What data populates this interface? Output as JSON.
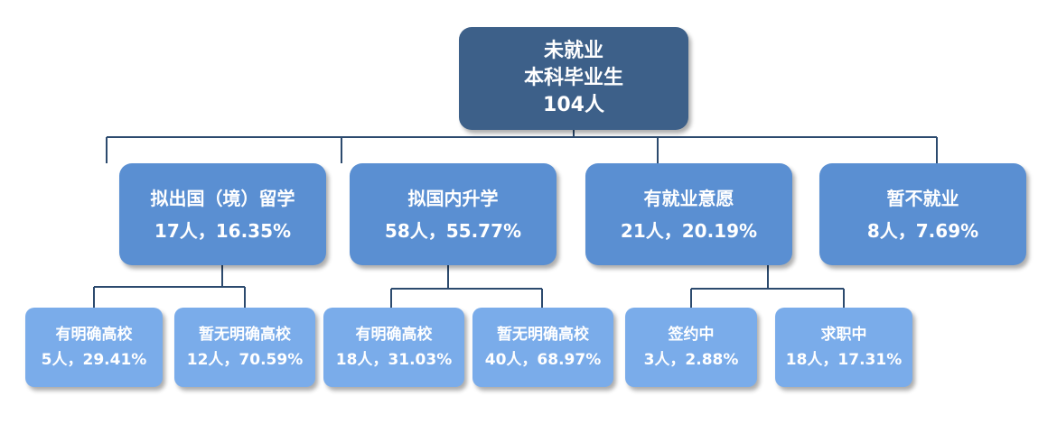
{
  "root": {
    "line1": "未就业",
    "line2": "本科毕业生",
    "line3": "104人"
  },
  "level1": [
    {
      "label": "拟出国（境）留学",
      "stat": "17人，16.35%"
    },
    {
      "label": "拟国内升学",
      "stat": "58人，55.77%"
    },
    {
      "label": "有就业意愿",
      "stat": "21人，20.19%"
    },
    {
      "label": "暂不就业",
      "stat": "8人，7.69%"
    }
  ],
  "level2": [
    {
      "label": "有明确高校",
      "stat": "5人，29.41%"
    },
    {
      "label": "暂无明确高校",
      "stat": "12人，70.59%"
    },
    {
      "label": "有明确高校",
      "stat": "18人，31.03%"
    },
    {
      "label": "暂无明确高校",
      "stat": "40人，68.97%"
    },
    {
      "label": "签约中",
      "stat": "3人，2.88%"
    },
    {
      "label": "求职中",
      "stat": "18人，17.31%"
    }
  ],
  "colors": {
    "root": "#3d6089",
    "level1": "#5a8fd2",
    "level2": "#7aacea",
    "connector": "#2c4a6e"
  }
}
